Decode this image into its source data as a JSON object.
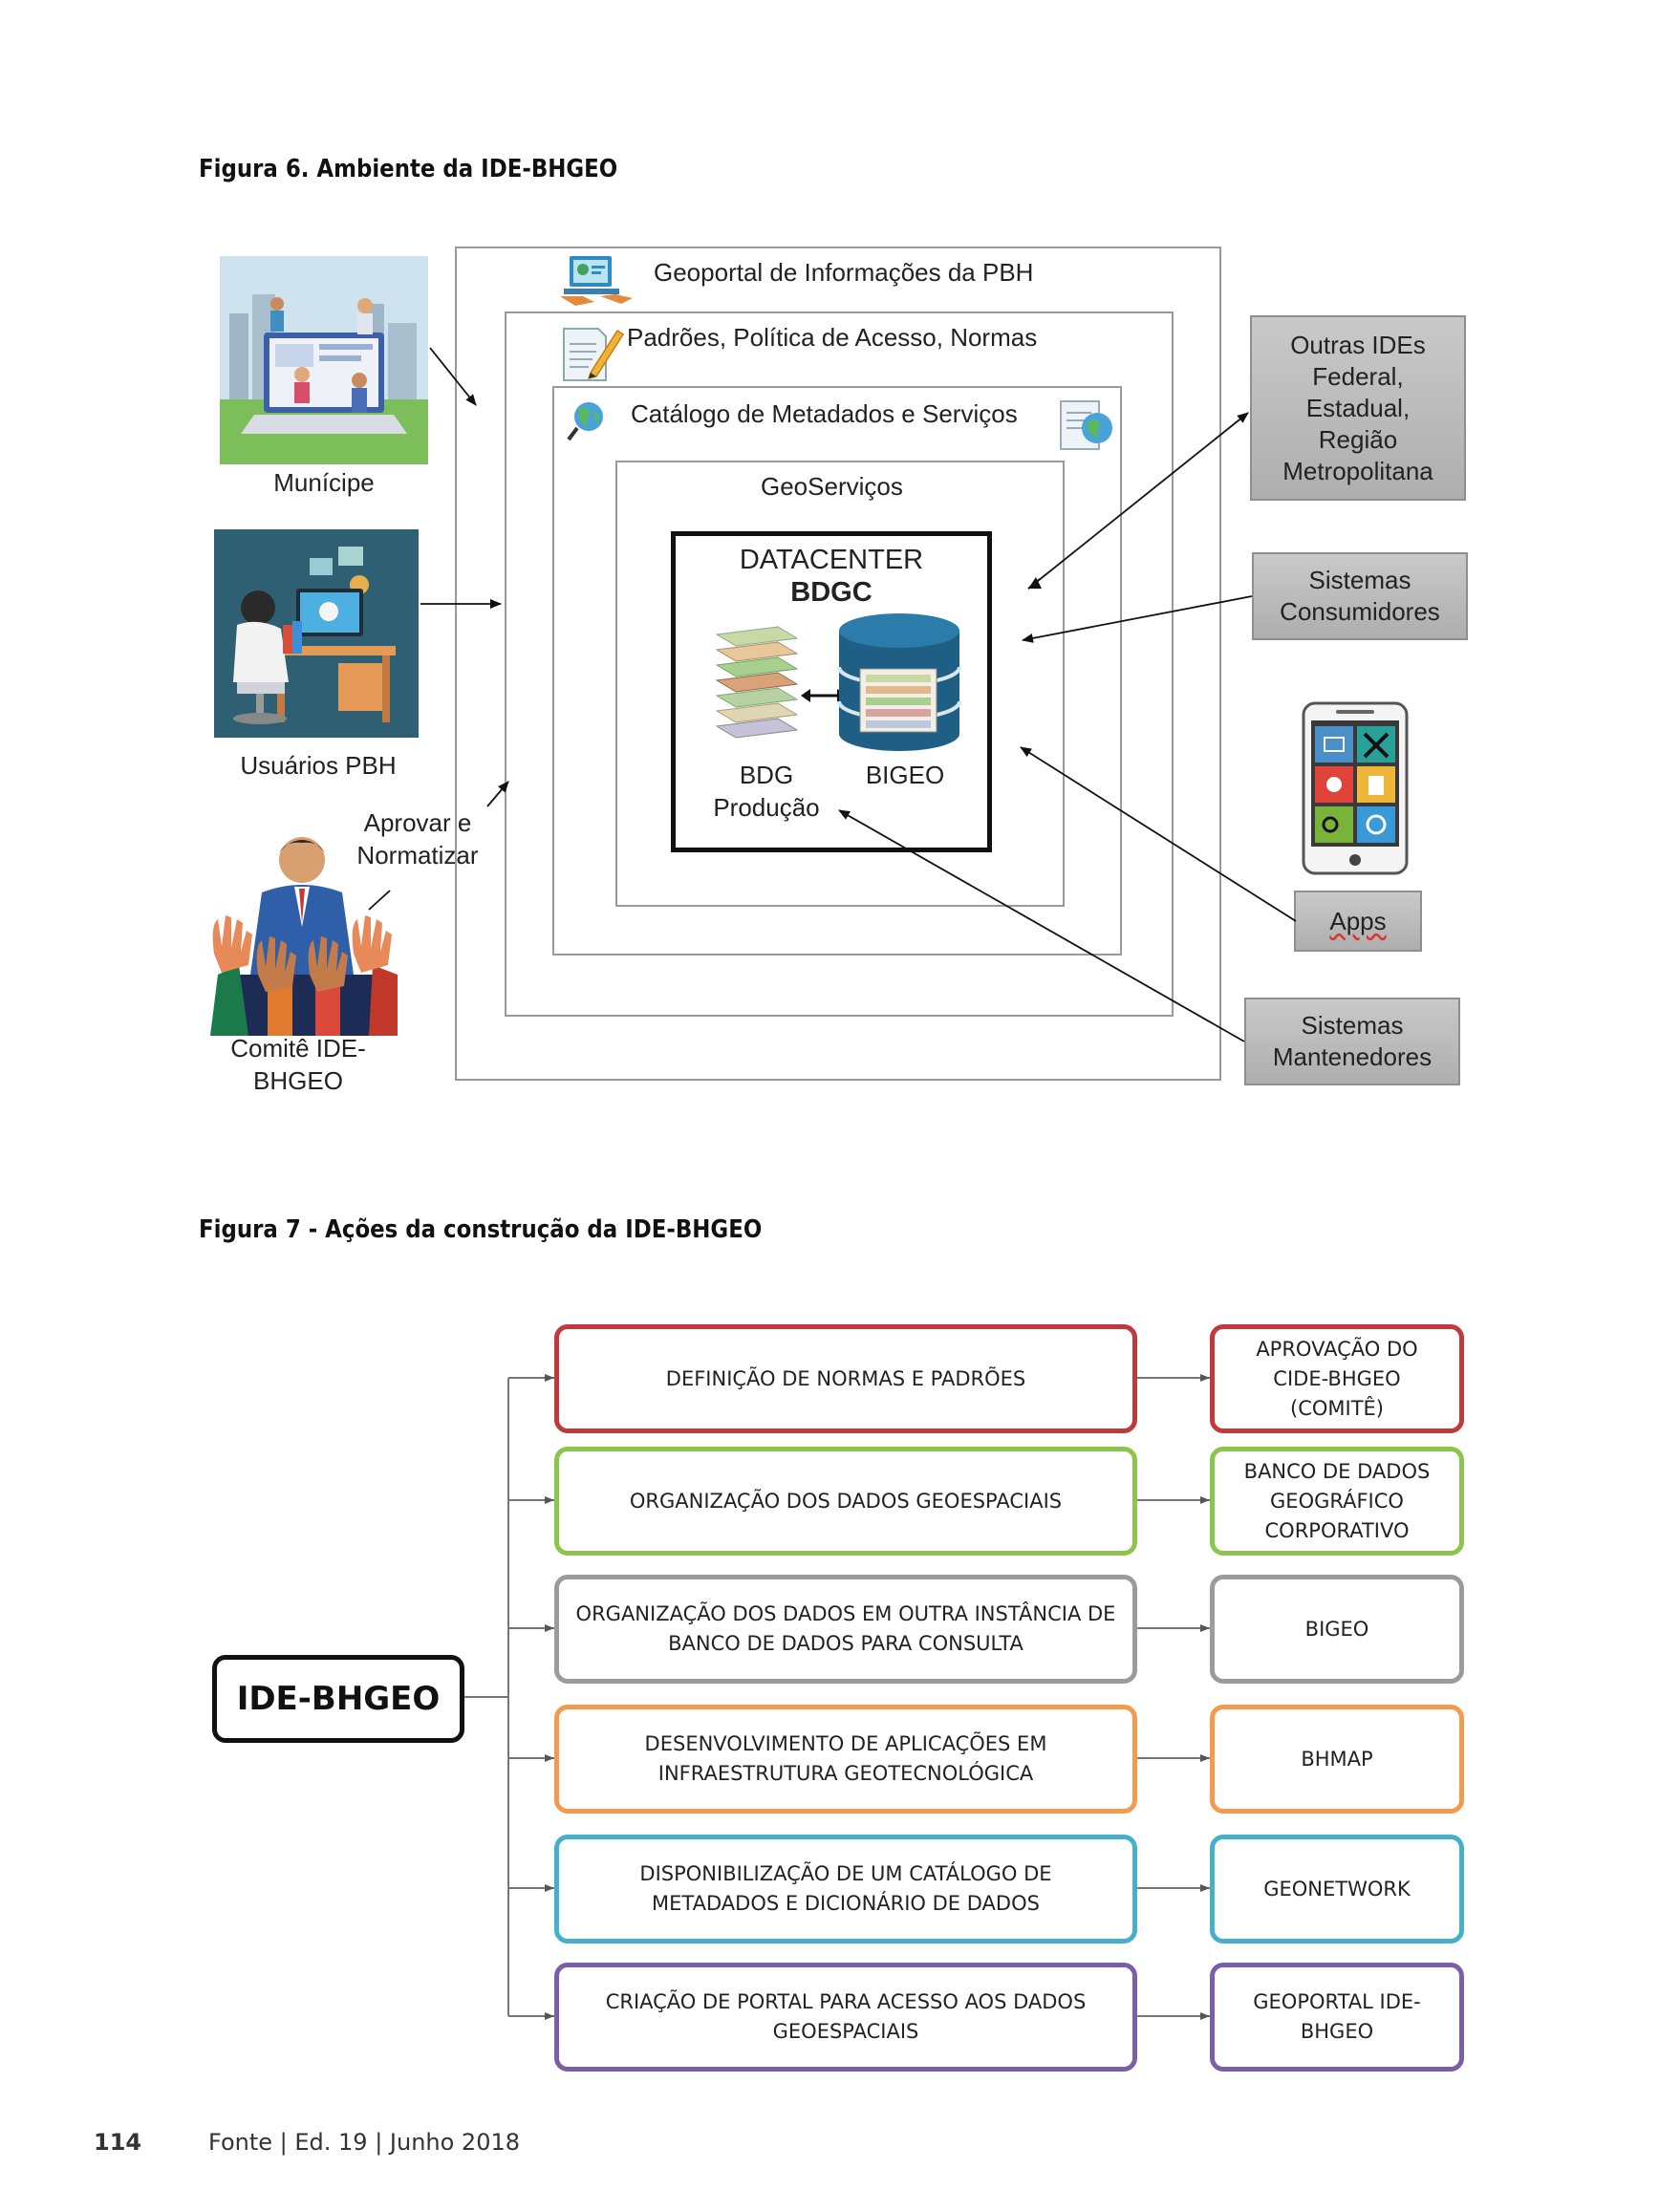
{
  "figure6": {
    "title": "Figura 6. Ambiente da IDE-BHGEO",
    "geoportal": "Geoportal de Informações da PBH",
    "padroes": "Padrões, Política de Acesso, Normas",
    "catalogo": "Catálogo de Metadados e Serviços",
    "geoservicos": "GeoServiços",
    "datacenter_line1": "DATACENTER",
    "datacenter_line2": "BDGC",
    "bdg_line1": "BDG",
    "bdg_line2": "Produção",
    "bigeo": "BIGEO",
    "municipe": "Munícipe",
    "usuarios": "Usuários PBH",
    "comite_line1": "Comitê IDE-",
    "comite_line2": "BHGEO",
    "aprovar_line1": "Aprovar e",
    "aprovar_line2": "Normatizar",
    "outras_ides": [
      "Outras IDEs",
      "Federal,",
      "Estadual,",
      "Região",
      "Metropolitana"
    ],
    "sistemas_consumidores": [
      "Sistemas",
      "Consumidores"
    ],
    "apps": "Apps",
    "sistemas_mantenedores": [
      "Sistemas",
      "Mantenedores"
    ]
  },
  "figure7": {
    "title": "Figura 7 - Ações da construção da IDE-BHGEO",
    "root": "IDE-BHGEO",
    "rows": [
      {
        "action": "DEFINIÇÃO DE NORMAS E PADRÕES",
        "result": "APROVAÇÃO DO CIDE-BHGEO (COMITÊ)",
        "color": "#c0393b"
      },
      {
        "action": "ORGANIZAÇÃO DOS DADOS GEOESPACIAIS",
        "result": "BANCO DE DADOS GEOGRÁFICO CORPORATIVO",
        "color": "#8dc44e"
      },
      {
        "action": "ORGANIZAÇÃO DOS DADOS EM OUTRA INSTÂNCIA DE BANCO DE DADOS PARA CONSULTA",
        "result": "BIGEO",
        "color": "#9b9b9b"
      },
      {
        "action": "DESENVOLVIMENTO DE APLICAÇÕES EM INFRAESTRUTURA GEOTECNOLÓGICA",
        "result": "BHMAP",
        "color": "#f39a4c"
      },
      {
        "action": "DISPONIBILIZAÇÃO DE UM CATÁLOGO DE METADADOS  E DICIONÁRIO DE DADOS",
        "result": "GEONETWORK",
        "color": "#45b0c8"
      },
      {
        "action": "CRIAÇÃO DE PORTAL PARA ACESSO AOS DADOS GEOESPACIAIS",
        "result": "GEOPORTAL IDE-BHGEO",
        "color": "#7b5ea6"
      }
    ]
  },
  "footer": {
    "page_number": "114",
    "publication": "Fonte | Ed. 19 | Junho 2018"
  }
}
